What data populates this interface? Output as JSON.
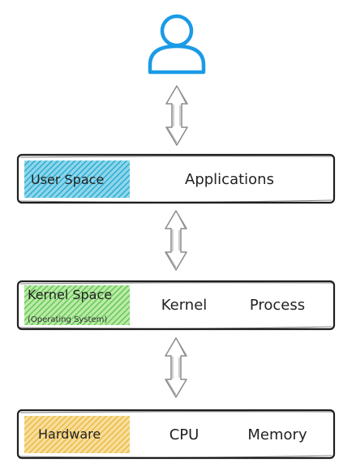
{
  "colors": {
    "user_icon": "#1a9be6",
    "user_space": "#3bb8d8",
    "kernel_space": "#7ed36b",
    "hardware": "#f2c14e",
    "box_stroke": "#1f1f1f",
    "arrow_stroke": "#8a8a8a"
  },
  "user": {
    "icon": "user-icon"
  },
  "layers": {
    "user_space": {
      "label": "User Space",
      "items": [
        "Applications"
      ]
    },
    "kernel_space": {
      "label": "Kernel Space",
      "sublabel": "(Operating System)",
      "items": [
        "Kernel",
        "Process"
      ]
    },
    "hardware": {
      "label": "Hardware",
      "items": [
        "CPU",
        "Memory"
      ]
    }
  }
}
